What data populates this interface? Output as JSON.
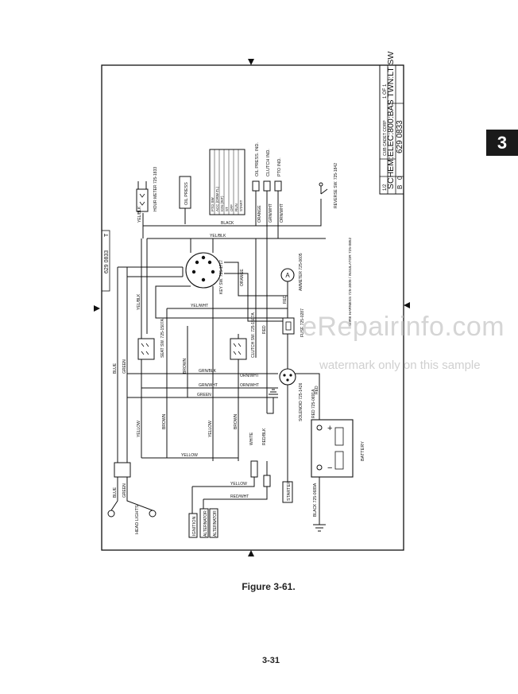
{
  "section_tab": "3",
  "figure_caption": "Figure 3-61.",
  "page_number": "3-31",
  "watermark": {
    "logo": "eRepairinfo.com",
    "note": "watermark only on this sample"
  },
  "title_block": {
    "title": "SCHEM:ELEC:800:BAS TWN:LT SW",
    "number": "629 0833",
    "size": "B",
    "fscm": "0",
    "scale": "1/2",
    "sheet": "1 OF 1",
    "header": "CUB CADET CORP"
  },
  "corner_label": {
    "dwg_no": "629 0833",
    "rev": "T"
  },
  "diagram": {
    "components": {
      "oil_press": "OIL PRESS",
      "oil_press_ind": "OIL PRESS. IND.",
      "clutch_ind": "CLUTCH IND.",
      "pto_ind": "PTO IND.",
      "reverse_sw": "REVERSE SW. 725-1842",
      "key_sw": "KEY SW. 725-1717",
      "ammeter": "AMMETER 725-0605",
      "fuse": "FUSE 725-0287",
      "seat_sw": "SEAT SW. 725-1507A",
      "clutch_sw": "CLUTCH SW. 725-1507A",
      "solenoid": "SOLENOID 725-1426",
      "battery": "BATTERY",
      "head_lights": "HEAD LIGHTS",
      "starter": "STARTER",
      "alternator": "ALTERNATOR",
      "ignition": "IGNITION",
      "cable_red": "RED 725-0691A",
      "cable_black": "BLACK 725-0689A",
      "hour_meter": "HOUR METER 725-1833",
      "harness_note": "WIRE HARNESS 725-3009 / INSULATOR 725-0852",
      "legend_block": [
        "PTO SW",
        "ACC (DRW-TL)",
        "IGN (INT)",
        "ST",
        "OFF",
        "RUN",
        "START"
      ]
    },
    "wires": {
      "yel_blk": "YEL/BLK",
      "black": "BLACK",
      "orange": "ORANGE",
      "grn_wht": "GRN/WHT",
      "orn_wht": "ORN/WHT",
      "red": "RED",
      "blue": "BLUE",
      "green": "GREEN",
      "brown": "BROWN",
      "yellow": "YELLOW",
      "white": "WHITE",
      "red_blk": "RED/BLK",
      "red_wht": "RED/WHT",
      "grn_blk": "GRN/BLK",
      "yel_wht": "YEL/WHT",
      "plus": "+",
      "minus": "−"
    }
  }
}
